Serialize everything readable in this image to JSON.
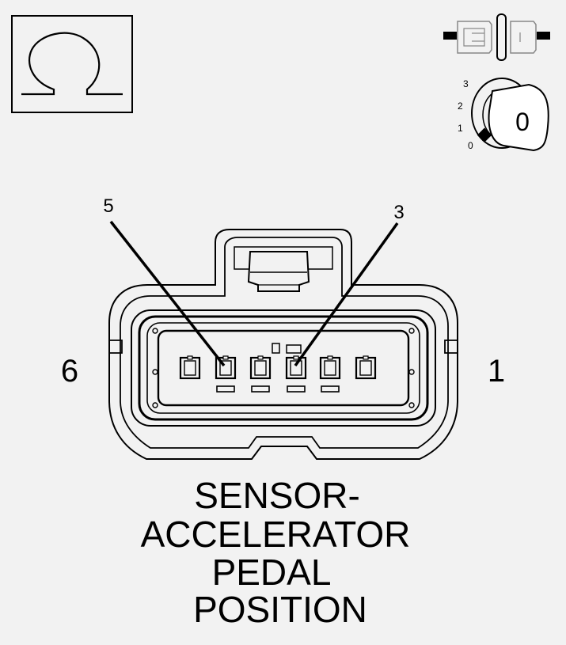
{
  "icons": {
    "ohm": {
      "symbol": "Ω",
      "name": "ohm-meter-icon"
    },
    "connector_disconnected": {
      "name": "connector-disconnected-icon"
    },
    "ignition_key": {
      "name": "ignition-key-icon",
      "positions": [
        "3",
        "2",
        "1",
        "0"
      ],
      "current_position": "0"
    }
  },
  "connector": {
    "end_labels": {
      "left": "6",
      "right": "1"
    },
    "callouts": [
      {
        "pin": "5"
      },
      {
        "pin": "3"
      }
    ]
  },
  "title_lines": [
    "SENSOR-",
    "ACCELERATOR",
    "PEDAL",
    "POSITION"
  ],
  "colors": {
    "background": "#f2f2f2",
    "line": "#000000",
    "key_fill": "#ffffff"
  }
}
